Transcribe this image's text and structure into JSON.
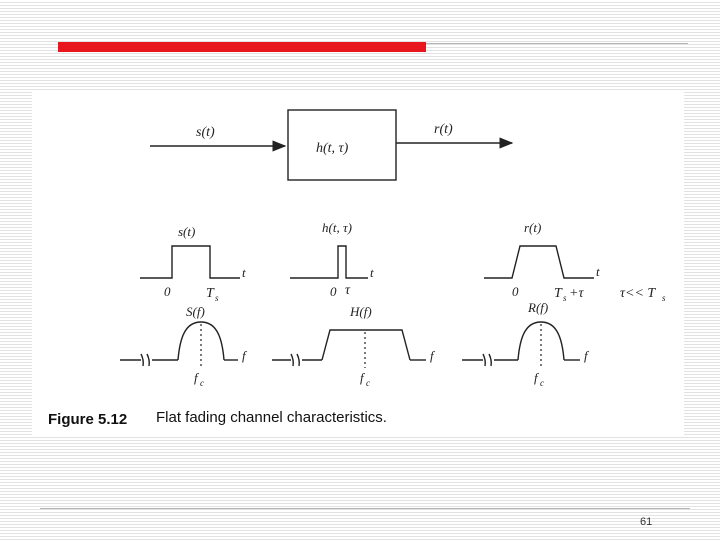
{
  "slide": {
    "page_number": "61"
  },
  "figure": {
    "caption_number": "Figure 5.12",
    "caption_text": "Flat fading channel characteristics.",
    "block": {
      "input_label": "s(t)",
      "system_label": "h(t, τ)",
      "output_label": "r(t)"
    },
    "time_plots": {
      "s_label": "s(t)",
      "s_axis": "t",
      "s_zero": "0",
      "s_Ts": "T",
      "s_Ts_sub": "s",
      "h_label": "h(t, τ)",
      "h_axis": "t",
      "h_zero": "0",
      "h_tau": "τ",
      "r_label": "r(t)",
      "r_axis": "t",
      "r_zero": "0",
      "r_Ts": "T",
      "r_Ts_sub": "s",
      "r_plus_tau": "+τ",
      "condition": "τ<< T",
      "condition_sub": "s"
    },
    "freq_plots": {
      "S_label": "S(f)",
      "S_axis": "f",
      "S_fc": "f",
      "S_fc_sub": "c",
      "H_label": "H(f)",
      "H_axis": "f",
      "H_fc": "f",
      "H_fc_sub": "c",
      "R_label": "R(f)",
      "R_axis": "f",
      "R_fc": "f",
      "R_fc_sub": "c"
    }
  }
}
